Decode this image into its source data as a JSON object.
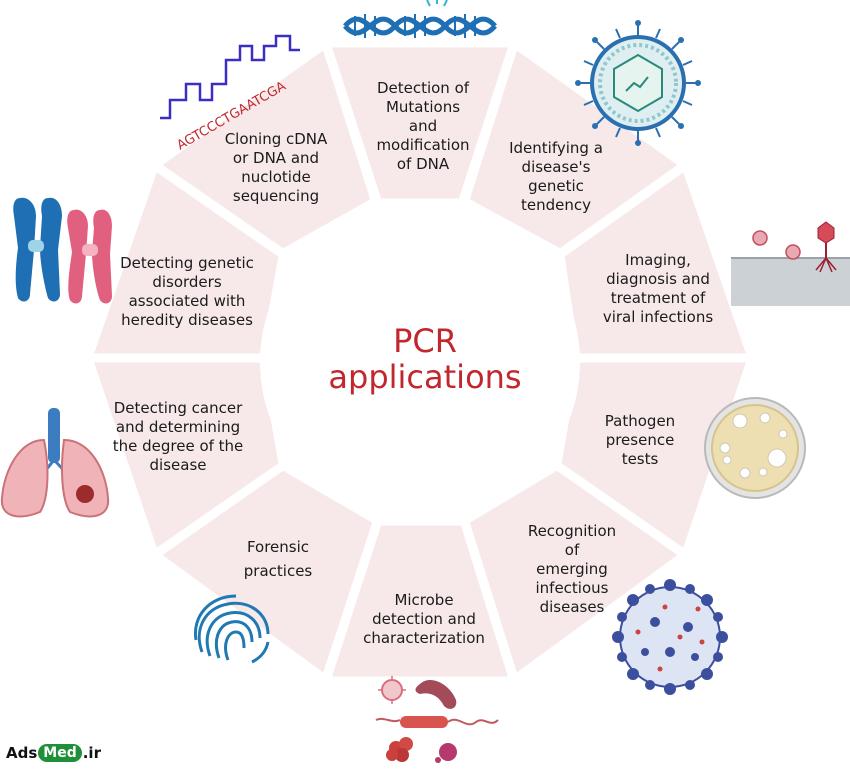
{
  "center": {
    "line1": "PCR",
    "line2": "applications"
  },
  "segments": [
    {
      "lines": [
        "Detection of",
        "Mutations",
        "and",
        "modification",
        "of DNA"
      ],
      "icon": "dna-helix-icon"
    },
    {
      "lines": [
        "Identifying a",
        "disease's",
        "genetic",
        "tendency"
      ],
      "icon": "virus-particle-icon"
    },
    {
      "lines": [
        "Imaging,",
        "diagnosis and",
        "treatment of",
        "viral infections"
      ],
      "icon": "cell-surface-virus-icon"
    },
    {
      "lines": [
        "Pathogen",
        "presence",
        "tests"
      ],
      "icon": "petri-dish-icon"
    },
    {
      "lines": [
        "Recognition",
        "of",
        "emerging",
        "infectious",
        "diseases"
      ],
      "icon": "coronavirus-icon"
    },
    {
      "lines": [
        "Microbe",
        "detection and",
        "characterization"
      ],
      "icon": "microbes-icon"
    },
    {
      "lines": [
        "Forensic",
        "practices"
      ],
      "icon": "fingerprint-icon"
    },
    {
      "lines": [
        "Detecting cancer",
        "and determining",
        "the degree of the",
        "disease"
      ],
      "icon": "lungs-tumor-icon"
    },
    {
      "lines": [
        "Detecting genetic",
        "disorders",
        "associated with",
        "heredity diseases"
      ],
      "icon": "chromosomes-icon"
    },
    {
      "lines": [
        "Cloning cDNA",
        "or DNA and",
        "nuclotide",
        "sequencing"
      ],
      "icon": "sequence-trace-icon"
    }
  ],
  "sequence_label": "AGTCCCTGAATCGA",
  "watermark": {
    "prefix": "Ads",
    "pill": "Med",
    "suffix": ".ir"
  },
  "colors": {
    "ring": "#f7e9e9",
    "title": "#c1272d",
    "outline": "#3a2ec4"
  }
}
